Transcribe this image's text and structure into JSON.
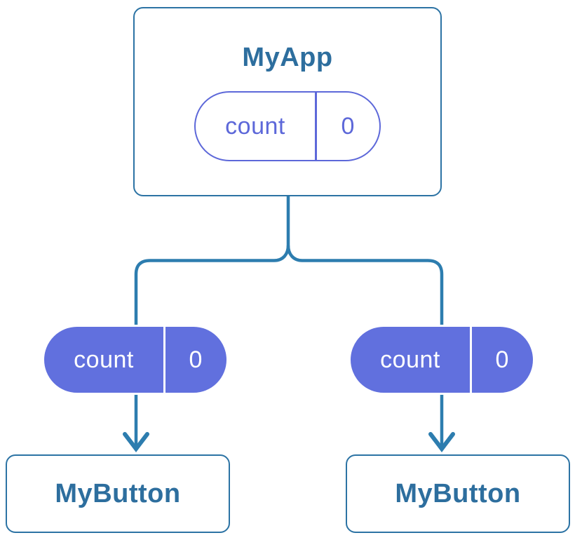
{
  "colors": {
    "line_blue": "#2D7DAF",
    "card_border": "#2C73A4",
    "node_text": "#2D6E9E",
    "pill_purple": "#6170DE",
    "pill_outline": "#5D68D9",
    "pill_text_light": "#FFFFFF",
    "card_bg": "#FFFFFF",
    "canvas_bg": "#FFFFFF"
  },
  "parent_node": {
    "title": "MyApp",
    "state": {
      "name": "count",
      "value": "0"
    }
  },
  "child_nodes": [
    {
      "title": "MyButton",
      "prop": {
        "name": "count",
        "value": "0"
      }
    },
    {
      "title": "MyButton",
      "prop": {
        "name": "count",
        "value": "0"
      }
    }
  ]
}
